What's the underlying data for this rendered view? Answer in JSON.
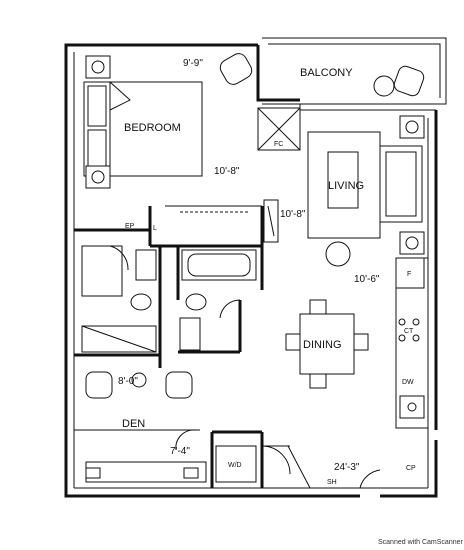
{
  "rooms": {
    "balcony": "BALCONY",
    "bedroom": "BEDROOM",
    "living": "LIVING",
    "dining": "DINING",
    "den": "DEN"
  },
  "dimensions": {
    "bedroom": "9'-9\"",
    "bedroom_depth": "10'-8\"",
    "living_width": "10'-8\"",
    "living_depth": "10'-6\"",
    "den_width": "8'-0\"",
    "den_depth": "7'-4\"",
    "unit_length": "24'-3\""
  },
  "fixtures": {
    "fc": "FC",
    "ep": "EP",
    "linen": "L",
    "fridge": "F",
    "cooktop": "CT",
    "dishwasher": "DW",
    "washer_dryer": "W/D",
    "coat_closet": "CP",
    "sh": "SH"
  },
  "watermark": "Scanned with CamScanner"
}
